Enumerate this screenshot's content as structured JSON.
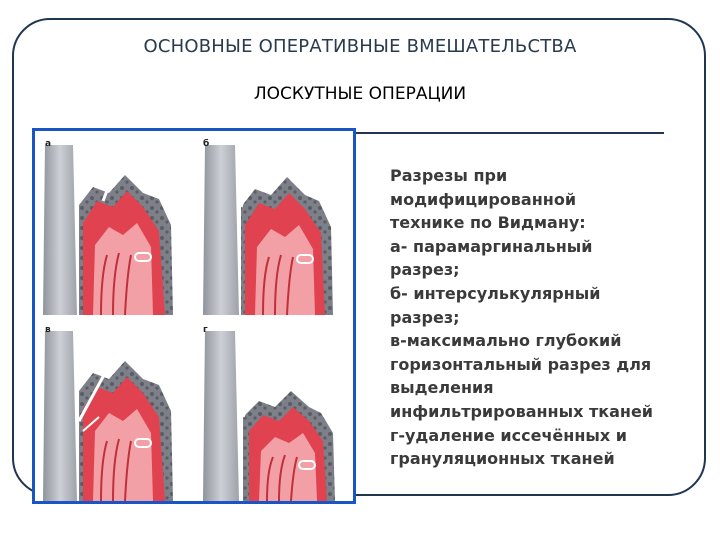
{
  "slide": {
    "title": "ОСНОВНЫЕ  ОПЕРАТИВНЫЕ  ВМЕШАТЕЛЬСТВА",
    "subtitle": "ЛОСКУТНЫЕ ОПЕРАЦИИ"
  },
  "figure": {
    "panels": [
      {
        "letter": "а"
      },
      {
        "letter": "б"
      },
      {
        "letter": "в"
      },
      {
        "letter": "г"
      }
    ]
  },
  "caption": {
    "lines": [
      "Разрезы при",
      "модифицированной",
      "технике по Видману:",
      "а- парамаргинальный",
      "разрез;",
      "б- интерсулькулярный",
      "разрез;",
      "в-максимально глубокий",
      "горизонтальный разрез для",
      "выделения",
      "инфильтрированных тканей",
      "г-удаление иссечённых и",
      "грануляционных тканей"
    ]
  },
  "colors": {
    "frame": "#1f3550",
    "figure_border": "#1a55c8",
    "tissue_red": "#e0434f",
    "tissue_pink": "#f2a0a6",
    "bone_gray": "#8a8d94",
    "tooth_gray": "#b9bcc3"
  }
}
